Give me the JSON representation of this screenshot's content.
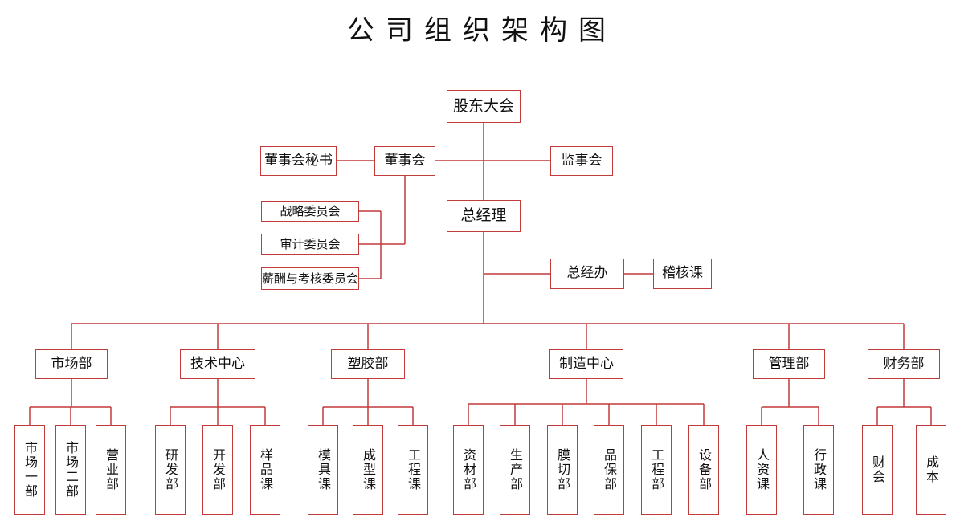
{
  "title": "公司组织架构图",
  "colors": {
    "line": "#c23a3a",
    "text": "#111111"
  },
  "nodes": {
    "shareholders": "股东大会",
    "board": "董事会",
    "board_secretary": "董事会秘书",
    "supervisors": "监事会",
    "strategy_committee": "战略委员会",
    "audit_committee": "审计委员会",
    "compensation_committee": "薪酬与考核委员会",
    "general_manager": "总经理",
    "gm_office": "总经办",
    "audit_section": "稽核课",
    "departments": [
      {
        "key": "market",
        "label": "市场部",
        "subs": [
          "市场一部",
          "市场二部",
          "营业部"
        ]
      },
      {
        "key": "tech",
        "label": "技术中心",
        "subs": [
          "研发部",
          "开发部",
          "样品课"
        ]
      },
      {
        "key": "plastic",
        "label": "塑胶部",
        "subs": [
          "模具课",
          "成型课",
          "工程课"
        ]
      },
      {
        "key": "mfg",
        "label": "制造中心",
        "subs": [
          "资材部",
          "生产部",
          "膜切部",
          "品保部",
          "工程部",
          "设备部"
        ]
      },
      {
        "key": "admin",
        "label": "管理部",
        "subs": [
          "人资课",
          "行政课"
        ]
      },
      {
        "key": "finance",
        "label": "财务部",
        "subs": [
          "财会",
          "成本"
        ]
      }
    ]
  }
}
